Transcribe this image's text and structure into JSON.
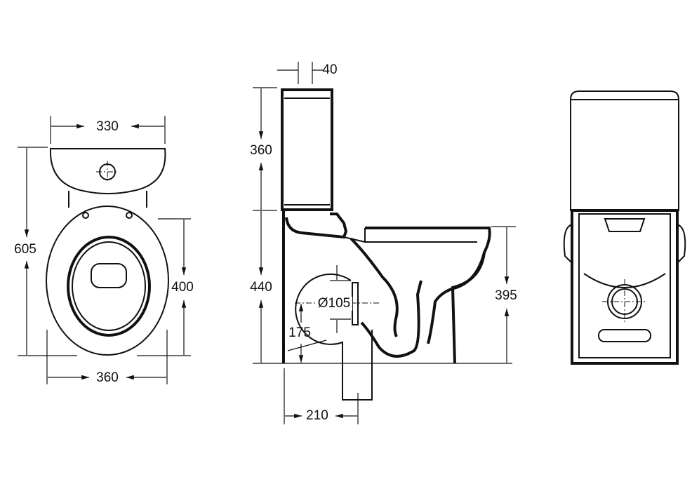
{
  "title": "Close-coupled toilet technical drawing",
  "views": {
    "front": {
      "dimensions": {
        "tank_width": "330",
        "total_height": "605",
        "bowl_height": "400",
        "base_width": "360"
      }
    },
    "side": {
      "dimensions": {
        "flush_button": "40",
        "tank_height": "360",
        "pan_height": "440",
        "rim_height": "395",
        "outlet_diameter": "Ø105",
        "outlet_height": "175",
        "outlet_offset": "210"
      }
    },
    "rear": {}
  }
}
